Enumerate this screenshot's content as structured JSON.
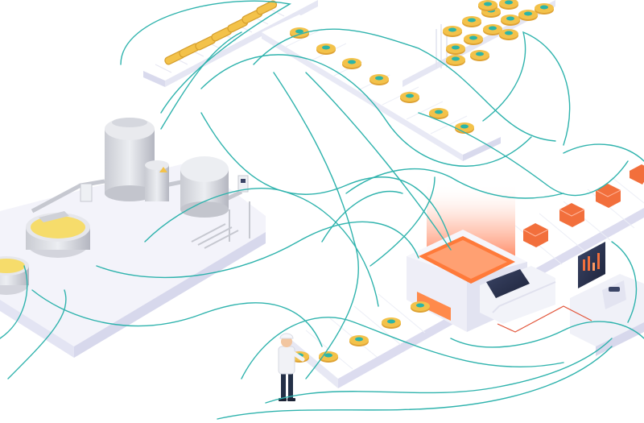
{
  "scene": {
    "subject": "isometric-food-factory",
    "colors": {
      "platform_top": "#f4f4fb",
      "platform_side": "#d8d9ee",
      "belt": "#ffffff",
      "belt_slat": "#e3e4f1",
      "tank": "#dcdde2",
      "tank_dark": "#b9bbc4",
      "cheese": "#f6dc6b",
      "cheese_dark": "#e0b93c",
      "coin": "#f3c24a",
      "coin_edge": "#dea234",
      "coin_badge": "#2bb5a8",
      "oven_glow": "#ff6b2d",
      "package": "#f26f3c",
      "network_line": "#2fb3ad",
      "worker_coat": "#f1f2f6",
      "worker_pants": "#243047"
    },
    "elements": {
      "production_hall": "dairy-processing-plant",
      "top_belt_left": "roller-conveyor",
      "top_belt_right": "coin-conveyor",
      "cross_belt": "coin-conveyor",
      "oven": "heating-oven",
      "output_belt": "packaging-conveyor",
      "monitor": "analytics-display",
      "worker": "line-operator",
      "network": "data-connection-lines"
    }
  }
}
